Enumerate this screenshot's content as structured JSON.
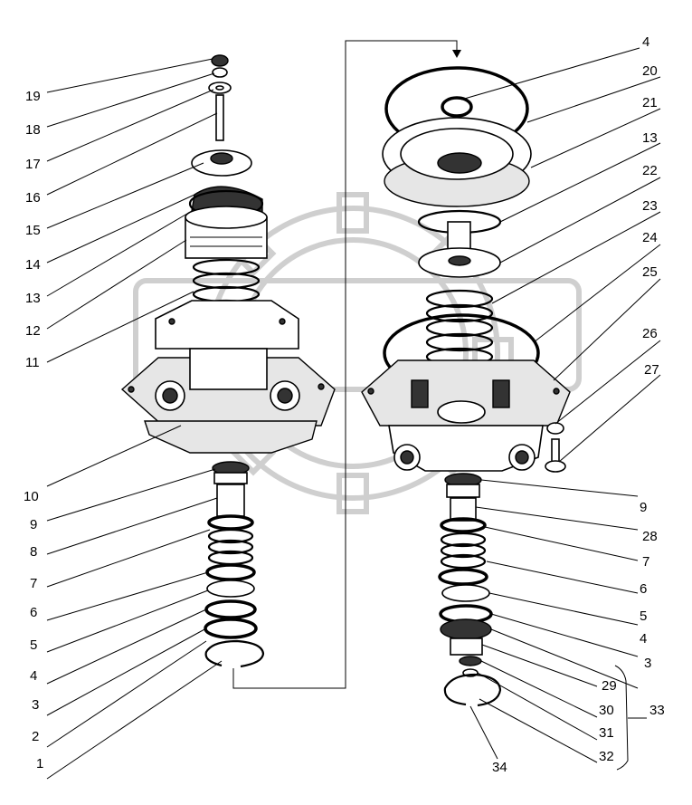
{
  "callouts_left": [
    "19",
    "18",
    "17",
    "16",
    "15",
    "14",
    "13",
    "12",
    "11",
    "10",
    "9",
    "8",
    "7",
    "6",
    "5",
    "4",
    "3",
    "2",
    "1"
  ],
  "callouts_right": [
    "4",
    "20",
    "21",
    "13",
    "22",
    "23",
    "24",
    "25",
    "26",
    "27",
    "9",
    "28",
    "7",
    "6",
    "5",
    "4",
    "3",
    "29",
    "30",
    "31",
    "32",
    "33",
    "34"
  ]
}
